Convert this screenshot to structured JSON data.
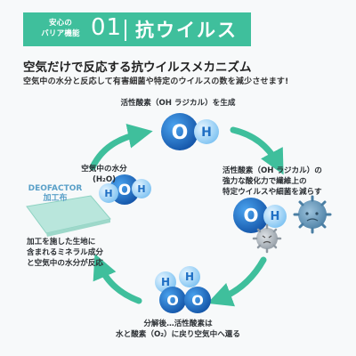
{
  "banner": {
    "category_line1": "安心の",
    "category_line2": "バリア機能",
    "number": "01",
    "title": "抗ウイルス"
  },
  "headline": "空気だけで反応する抗ウイルスメカニズム",
  "subheadline": "空気中の水分と反応して有害細菌や特定のウイルスの数を減少させます!",
  "cycle": {
    "top_label": "活性酸素（OH ラジカル）を生成",
    "right_label": [
      "活性酸素（OH ラジカル）の",
      "強力な酸化力で繊維上の",
      "特定ウイルスや細菌を減らす"
    ],
    "bottom_label": [
      "分解後…活性酸素は",
      "水と酸素（O₂）に戻り空気中へ還る"
    ],
    "left_label": [
      "加工を施した生地に",
      "含まれるミネラル成分",
      "と空気中の水分が反応"
    ],
    "water_label": [
      "空気中の水分",
      "(H₂O)"
    ],
    "fabric_label_1": "DEOFACTOR",
    "fabric_label_2": "加工布"
  },
  "molecules": {
    "oxygen": "O",
    "hydrogen": "H"
  },
  "colors": {
    "teal": "#3fbf9c",
    "blue_dark": "#1f6fc4",
    "blue_light": "#7fc3f2",
    "virus_gray": "#9aa4ad",
    "virus_blue": "#5b8fb0"
  }
}
